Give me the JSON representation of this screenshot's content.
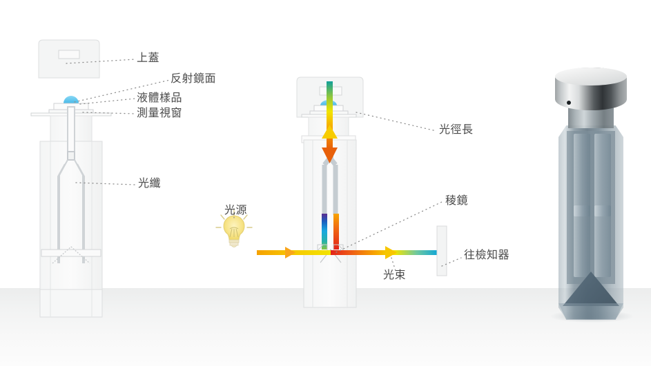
{
  "figure": {
    "title": "Cuvette optical path diagram",
    "background_color": "#ffffff",
    "floor_color": "#eceded",
    "label_color": "#4a4a4a"
  },
  "labels": {
    "lid": "上蓋",
    "mirror_surface": "反射鏡面",
    "liquid_sample": "液體樣品",
    "measurement_window": "測量視窗",
    "optical_fiber": "光纖",
    "light_source": "光源",
    "optical_path_length": "光徑長",
    "prism": "稜鏡",
    "light_beam": "光束",
    "to_detector": "往檢知器"
  },
  "panels": {
    "left": {
      "name": "cutaway-cuvette",
      "labels": [
        "上蓋",
        "反射鏡面",
        "液體樣品",
        "測量視窗",
        "光纖"
      ]
    },
    "middle": {
      "name": "light-path-schematic",
      "labels": [
        "光源",
        "光徑長",
        "稜鏡",
        "光束",
        "往檢知器"
      ]
    },
    "right": {
      "name": "3d-cuvette-render",
      "labels": []
    }
  },
  "colors": {
    "sample_droplet": "#63c8ef",
    "fiber_gray": "#c5ccd1",
    "outline_gray": "#d2d4d6",
    "beam_orange": "#f5a100",
    "beam_yellow": "#f5e000",
    "beam_red": "#e2231a",
    "beam_blue": "#1ba1e2",
    "beam_violet": "#5b2d90",
    "beam_teal": "#12a09a",
    "arrow_yellow": "#f9c600",
    "bulb_yellow": "#f7e08a",
    "metal_dark": "#2f3336",
    "glass_blue_gray": "#6e818e"
  },
  "chart_data": {
    "type": "diagram",
    "title": "Cuvette optical path diagram",
    "beams": [
      {
        "name": "source-to-prism",
        "from": "光源",
        "to": "稜鏡",
        "orientation": "horizontal",
        "gradient": [
          "#f5a100",
          "#f5e000"
        ]
      },
      {
        "name": "prism-to-detector",
        "from": "稜鏡",
        "to": "往檢知器",
        "orientation": "horizontal",
        "gradient": [
          "#e2231a",
          "#f5a100",
          "#f5e000",
          "#1ba1e2"
        ]
      },
      {
        "name": "fiber-in",
        "orientation": "vertical",
        "gradient": [
          "#5b2d90",
          "#1ba1e2",
          "#12a09a"
        ]
      },
      {
        "name": "fiber-out",
        "orientation": "vertical",
        "gradient": [
          "#f5a100",
          "#e2231a"
        ]
      },
      {
        "name": "path-length-arrow",
        "orientation": "vertical-double",
        "gradient": [
          "#12a09a",
          "#f5e000",
          "#f5a100",
          "#e8600a"
        ]
      }
    ]
  }
}
